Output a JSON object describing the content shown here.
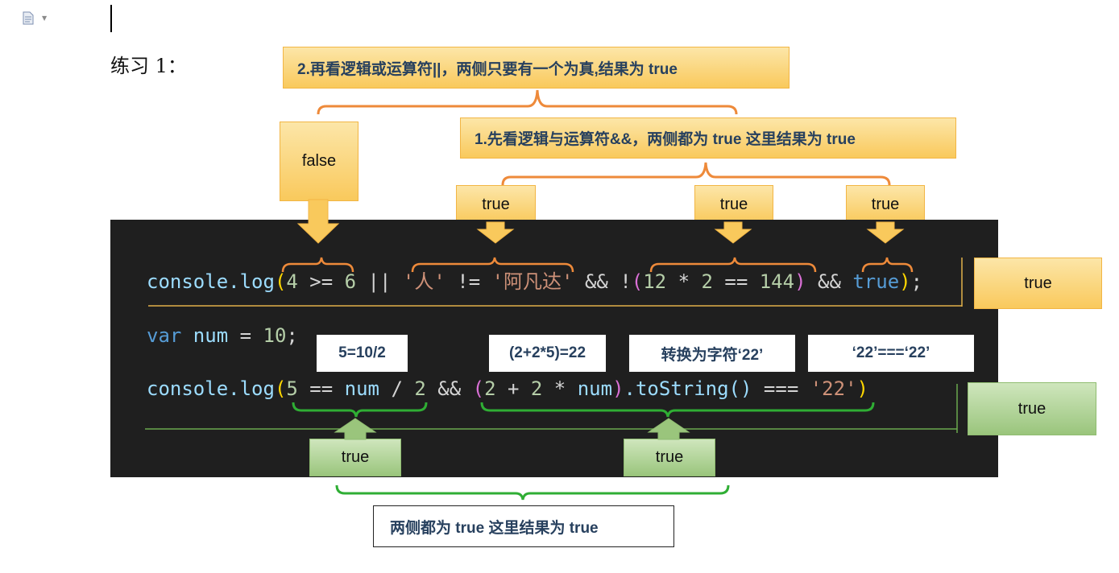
{
  "exercise_title": "练习 1：",
  "callouts": {
    "or_note": "2.再看逻辑或运算符||，两侧只要有一个为真,结果为 true",
    "and_note": "1.先看逻辑与运算符&&，两侧都为 true 这里结果为 true",
    "false_label": "false",
    "true_a": "true",
    "true_b": "true",
    "true_c": "true",
    "line1_result": "true",
    "line3_result": "true",
    "green_left": "true",
    "green_right": "true",
    "step_div": "5=10/2",
    "step_calc": "(2+2*5)=22",
    "step_convert": "转换为字符‘22’",
    "step_compare": "‘22’===‘22’",
    "both_true_note": "两侧都为 true 这里结果为 true"
  },
  "code": {
    "line1": {
      "fn": "console.log",
      "p_open": "(",
      "n4": "4",
      "ge": " >= ",
      "n6": "6",
      "or": " || ",
      "s_ren": "'人'",
      "ne": " != ",
      "s_afd": "'阿凡达'",
      "and1": " && !",
      "p2_open": "(",
      "n12": "12",
      "mul": " * ",
      "n2": "2",
      "eqeq": " == ",
      "n144": "144",
      "p2_close": ")",
      "and2": " && ",
      "kw_true": "true",
      "p_close": ")",
      "semi": ";"
    },
    "line2": {
      "kw_var": "var",
      "name": " num",
      "assign": " = ",
      "n10": "10",
      "semi": ";"
    },
    "line3": {
      "fn": "console.log",
      "p_open": "(",
      "n5": "5",
      "eqeq": " == ",
      "num1": "num",
      "div": " / ",
      "n2": "2",
      "and": " && ",
      "p2_open": "(",
      "n2a": "2",
      "plus": " + ",
      "n2b": "2",
      "mul": " * ",
      "num2": "num",
      "p2_close": ")",
      "to_string": ".toString()",
      "eqeqeq": " === ",
      "s22": "'22'",
      "p_close": ")"
    }
  },
  "colors": {
    "code_bg": "#1f1f1f",
    "orange_brace": "#ee8a3a",
    "green_brace": "#2fae34",
    "note_text": "#27405e"
  }
}
